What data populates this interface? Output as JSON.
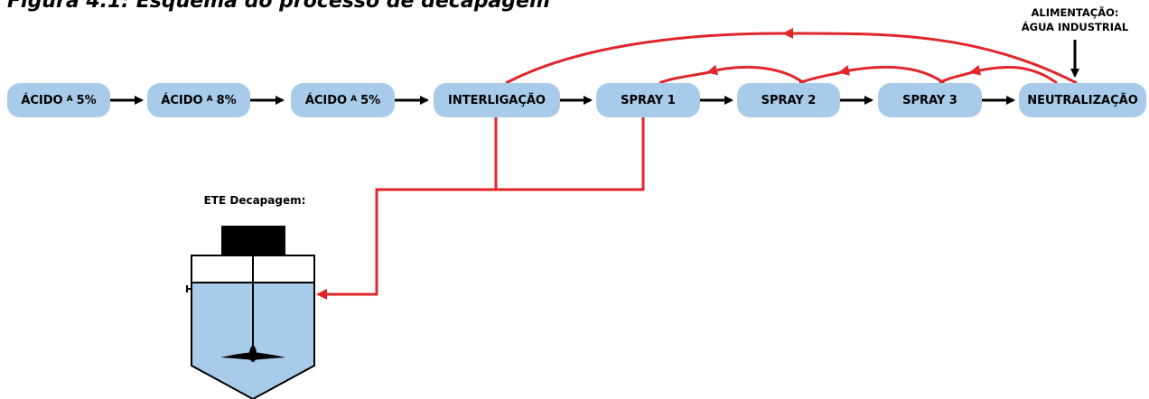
{
  "figure": {
    "title": "Figura 4.1: Esquema do processo de decapagem",
    "feed_label_line1": "ALIMENTAÇÃO:",
    "feed_label_line2": "ÁGUA INDUSTRIAL",
    "ete_label": "ETE Decapagem:"
  },
  "stages": [
    {
      "main": "ÁCIDO",
      "small": "A",
      "value": "5%"
    },
    {
      "main": "ÁCIDO",
      "small": "A",
      "value": "8%"
    },
    {
      "main": "ÁCIDO",
      "small": "A",
      "value": "5%"
    },
    {
      "main": "INTERLIGAÇÃO",
      "small": "",
      "value": ""
    },
    {
      "main": "SPRAY 1",
      "small": "",
      "value": ""
    },
    {
      "main": "SPRAY 2",
      "small": "",
      "value": ""
    },
    {
      "main": "SPRAY 3",
      "small": "",
      "value": ""
    },
    {
      "main": "NEUTRALIZAÇÃO",
      "small": "",
      "value": ""
    }
  ],
  "colors": {
    "stage_fill": "#a8cbea",
    "return_flow": "#e0262b",
    "forward_flow": "#000000",
    "tank_liquid": "#a8cbea"
  }
}
